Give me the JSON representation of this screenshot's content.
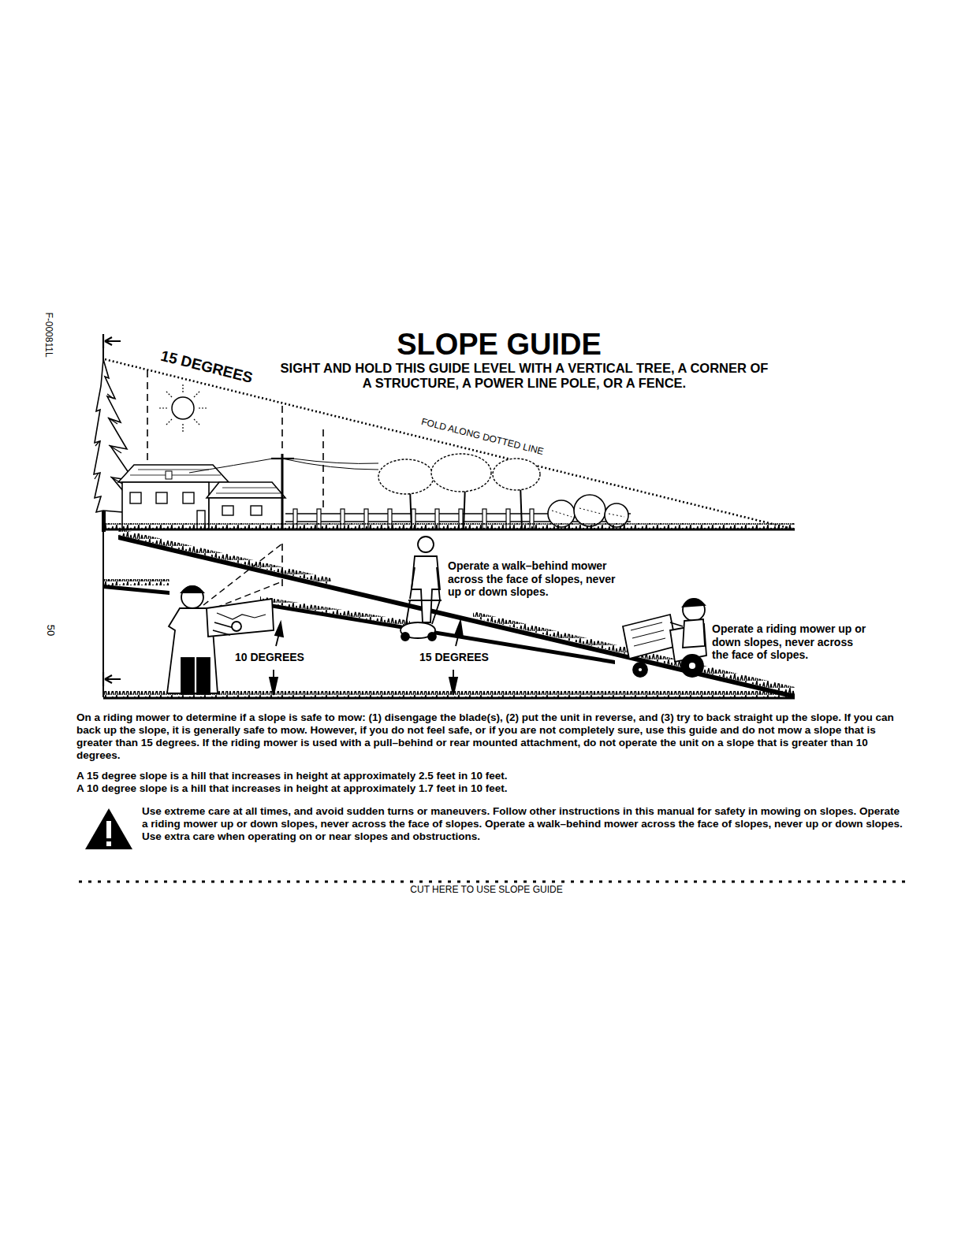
{
  "diagram": {
    "title": "SLOPE GUIDE",
    "labels": [
      "F-000811L",
      "50",
      "15 DEGREES",
      "SIGHT AND HOLD THIS GUIDE LEVEL WITH A VERTICAL TREE, A CORNER OF A STRUCTURE, A POWER LINE POLE, OR A FENCE.",
      "FOLD ALONG DOTTED LINE",
      "Operate a walk–behind mower across the face of slopes, never up or down slopes.",
      "Operate a riding mower up or down slopes, never across the face of slopes.",
      "10 DEGREES",
      "15 DEGREES",
      "On a riding mower to determine if a slope is safe to mow: (1) disengage the blade(s), (2) put the unit in reverse, and (3) try to back straight up the slope. If you can back up the slope, it is generally safe to mow. However, if you do not feel safe, or if you are not completely sure, use this guide and do not mow a slope that is greater than 15 degrees. If the riding mower is used with a pull–behind or rear mounted attachment, do not operate the unit on a slope that is greater than 10 degrees.",
      "A 15 degree slope is a hill that increases in height at approximately 2.5 feet in 10 feet.",
      "A 10 degree slope is a hill that increases in height at approximately 1.7 feet in 10 feet.",
      "Use extreme care at all times, and avoid sudden turns or maneuvers. Follow other instructions in this manual for safety in mowing on slopes. Operate a riding mower up or down slopes, never across the face of slopes. Operate a walk–behind mower across the face of slopes, never up or down slopes. Use extra care when operating on or near slopes and obstructions.",
      "CUT HERE TO USE SLOPE GUIDE"
    ]
  }
}
